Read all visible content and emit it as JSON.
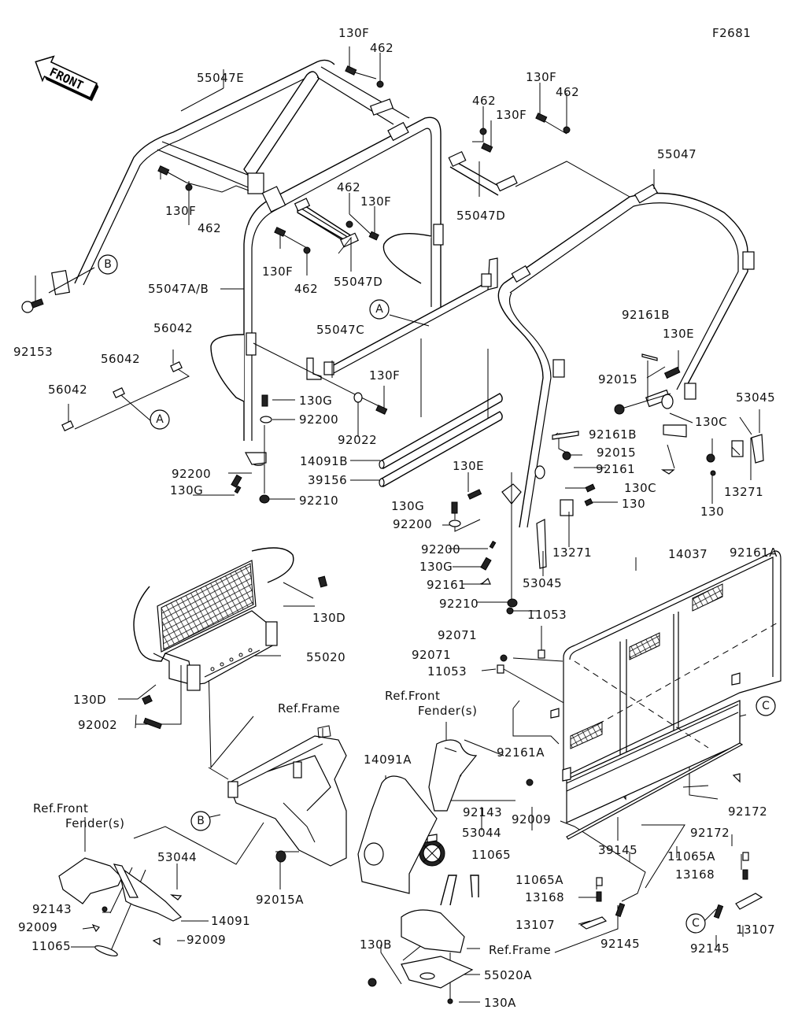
{
  "diagram": {
    "figure_id": "F2681",
    "front_arrow": "FRONT",
    "labels": {
      "l_55047E": "55047E",
      "l_130F_a": "130F",
      "l_462_a": "462",
      "l_130F_b": "130F",
      "l_462_b": "462",
      "l_462_c": "462",
      "l_130F_c": "130F",
      "l_130F_d": "130F",
      "l_462_d": "462",
      "l_55047D_a": "55047D",
      "l_55047": "55047",
      "l_462_e": "462",
      "l_130F_e": "130F",
      "l_130F_f": "130F",
      "l_462_f": "462",
      "l_55047D_b": "55047D",
      "l_55047AB": "55047A/B",
      "l_92153": "92153",
      "l_56042_a": "56042",
      "l_56042_b": "56042",
      "l_56042_c": "56042",
      "l_55047C": "55047C",
      "l_130F_g": "130F",
      "l_92022": "92022",
      "l_130G_a": "130G",
      "l_92200_a": "92200",
      "l_92200_b": "92200",
      "l_130G_b": "130G",
      "l_92210_a": "92210",
      "l_14091B": "14091B",
      "l_39156": "39156",
      "l_92161B_a": "92161B",
      "l_130E_a": "130E",
      "l_92015_a": "92015",
      "l_53045_a": "53045",
      "l_130C_a": "130C",
      "l_92161B_b": "92161B",
      "l_92015_b": "92015",
      "l_92161_a": "92161",
      "l_130_a": "130",
      "l_13271_a": "13271",
      "l_130C_b": "130C",
      "l_130_b": "130",
      "l_130E_b": "130E",
      "l_130G_c": "130G",
      "l_92200_c": "92200",
      "l_92200_d": "92200",
      "l_130G_d": "130G",
      "l_92161_b": "92161",
      "l_92210_b": "92210",
      "l_13271_b": "13271",
      "l_53045_b": "53045",
      "l_14037": "14037",
      "l_92161A_a": "92161A",
      "l_130D_a": "130D",
      "l_55020": "55020",
      "l_130D_b": "130D",
      "l_92002": "92002",
      "l_92071_a": "92071",
      "l_11053_a": "11053",
      "l_92071_b": "92071",
      "l_11053_b": "11053",
      "l_ref_frame_a": "Ref.Frame",
      "l_ref_front_fender_a_1": "Ref.Front",
      "l_ref_front_fender_a_2": "Fender(s)",
      "l_92161A_b": "92161A",
      "l_14091A": "14091A",
      "l_92143_a": "92143",
      "l_92009_a": "92009",
      "l_53044_a": "53044",
      "l_11065_a": "11065",
      "l_92172_a": "92172",
      "l_92172_b": "92172",
      "l_39145": "39145",
      "l_ref_front_fender_b_1": "Ref.Front",
      "l_ref_front_fender_b_2": "Fender(s)",
      "l_53044_b": "53044",
      "l_92015A": "92015A",
      "l_92143_b": "92143",
      "l_92009_b": "92009",
      "l_14091": "14091",
      "l_92009_c": "92009",
      "l_11065_b": "11065",
      "l_11065A_a": "11065A",
      "l_13168_a": "13168",
      "l_13107_a": "13107",
      "l_92145_a": "92145",
      "l_11065A_b": "11065A",
      "l_13168_b": "13168",
      "l_13107_b": "13107",
      "l_92145_b": "92145",
      "l_130B": "130B",
      "l_ref_frame_b": "Ref.Frame",
      "l_55020A": "55020A",
      "l_130A": "130A"
    },
    "callouts": {
      "A": "A",
      "B": "B",
      "C": "C"
    }
  }
}
